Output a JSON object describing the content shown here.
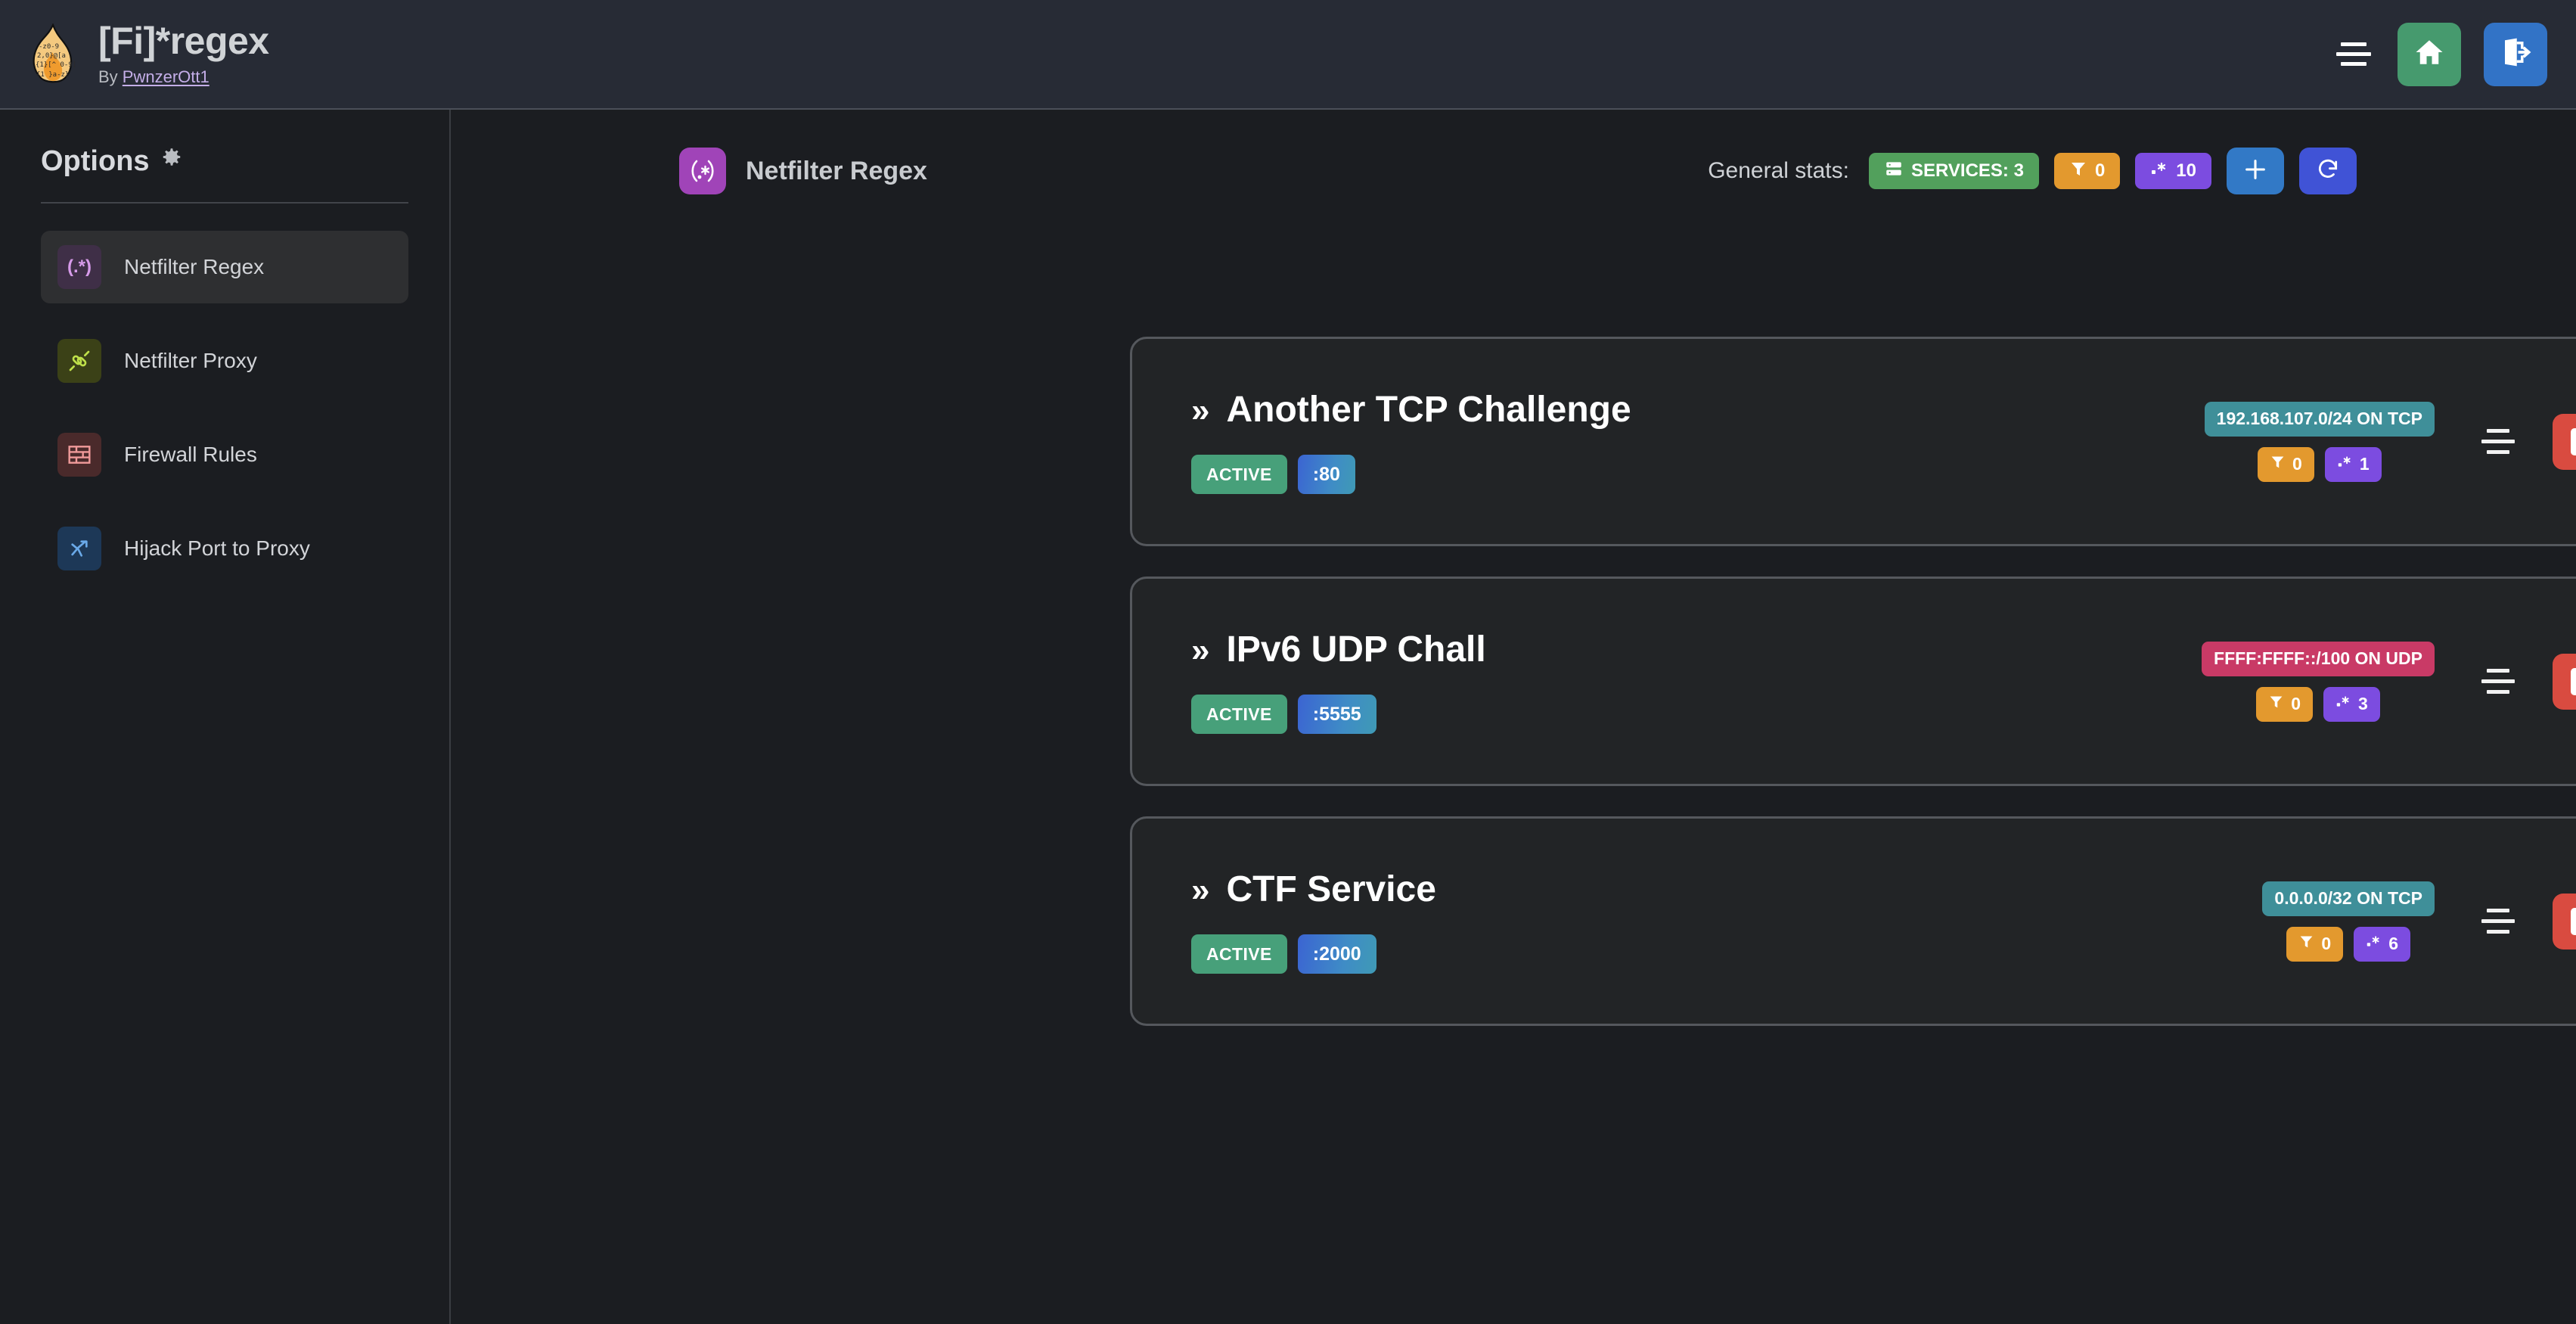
{
  "header": {
    "title": "[Fi]*regex",
    "by_prefix": "By ",
    "author": "PwnzerOtt1",
    "logo_icon": "flame-regex-logo",
    "menu_icon": "hamburger-menu-icon",
    "home_icon": "home-icon",
    "logout_icon": "logout-icon",
    "colors": {
      "home": "#469a6e",
      "logout": "#3273c6",
      "bar": "#272b35"
    }
  },
  "sidebar": {
    "title": "Options",
    "gear_icon": "gear-icon",
    "items": [
      {
        "label": "Netfilter Regex",
        "icon": "regex-icon",
        "glyph": "(.*)",
        "active": true
      },
      {
        "label": "Netfilter Proxy",
        "icon": "plug-icon",
        "glyph": "⌇",
        "active": false
      },
      {
        "label": "Firewall Rules",
        "icon": "brick-wall-icon",
        "glyph": "▦",
        "active": false
      },
      {
        "label": "Hijack Port to Proxy",
        "icon": "route-fork-icon",
        "glyph": "↱",
        "active": false
      }
    ]
  },
  "content": {
    "section_icon": "regex-icon",
    "section_glyph": "(.*)",
    "section_title": "Netfilter Regex",
    "stats_label": "General stats:",
    "stats": [
      {
        "name": "services",
        "icon": "server-icon",
        "text": "SERVICES: 3",
        "color": "#52a05c"
      },
      {
        "name": "filters",
        "icon": "filter-icon",
        "text": "0",
        "color": "#e3992e"
      },
      {
        "name": "regexes",
        "icon": "regex-dot-star-icon",
        "text": "10",
        "color": "#7c4ce0"
      }
    ],
    "add_button": {
      "icon": "plus-icon",
      "color": "#3279c6"
    },
    "refresh_button": {
      "icon": "refresh-icon",
      "color": "#4053d6"
    }
  },
  "services": [
    {
      "chevron": "»",
      "title": "Another TCP Challenge",
      "status": "ACTIVE",
      "port": ":80",
      "network": "192.168.107.0/24 ON TCP",
      "protocol": "TCP",
      "filters": "0",
      "regexes": "1",
      "settings_icon": "align-center-icon",
      "stop_icon": "stop-icon",
      "play_icon": "play-icon",
      "expand_icon": "chevron-right-icon"
    },
    {
      "chevron": "»",
      "title": "IPv6 UDP Chall",
      "status": "ACTIVE",
      "port": ":5555",
      "network": "FFFF:FFFF::/100 ON UDP",
      "protocol": "UDP",
      "filters": "0",
      "regexes": "3",
      "settings_icon": "align-center-icon",
      "stop_icon": "stop-icon",
      "play_icon": "play-icon",
      "expand_icon": "chevron-right-icon"
    },
    {
      "chevron": "»",
      "title": "CTF Service",
      "status": "ACTIVE",
      "port": ":2000",
      "network": "0.0.0.0/32 ON TCP",
      "protocol": "TCP",
      "filters": "0",
      "regexes": "6",
      "settings_icon": "align-center-icon",
      "stop_icon": "stop-icon",
      "play_icon": "play-icon",
      "expand_icon": "chevron-right-icon"
    }
  ]
}
